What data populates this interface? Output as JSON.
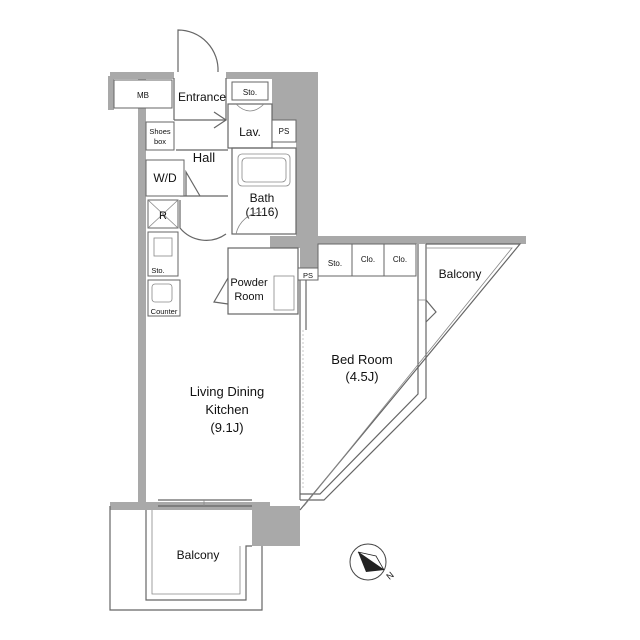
{
  "rooms": {
    "mb": "MB",
    "entrance": "Entrance",
    "sto_top": "Sto.",
    "lav": "Lav.",
    "ps_top": "PS",
    "shoes_box_line1": "Shoes",
    "shoes_box_line2": "box",
    "hall": "Hall",
    "wd": "W/D",
    "bath_line1": "Bath",
    "bath_line2": "(1116)",
    "r": "R",
    "sto_kitchen": "Sto.",
    "counter": "Counter",
    "powder_line1": "Powder",
    "powder_line2": "Room",
    "ps_mid": "PS",
    "sto_bed": "Sto.",
    "clo1": "Clo.",
    "clo2": "Clo.",
    "balcony_right": "Balcony",
    "bedroom_line1": "Bed Room",
    "bedroom_line2": "(4.5J)",
    "ldk_line1": "Living Dining",
    "ldk_line2": "Kitchen",
    "ldk_line3": "(9.1J)",
    "balcony_bottom": "Balcony"
  },
  "compass": {
    "direction_label": "N"
  },
  "colors": {
    "wall": "#a9a9a9",
    "line": "#555555",
    "background": "#ffffff"
  }
}
